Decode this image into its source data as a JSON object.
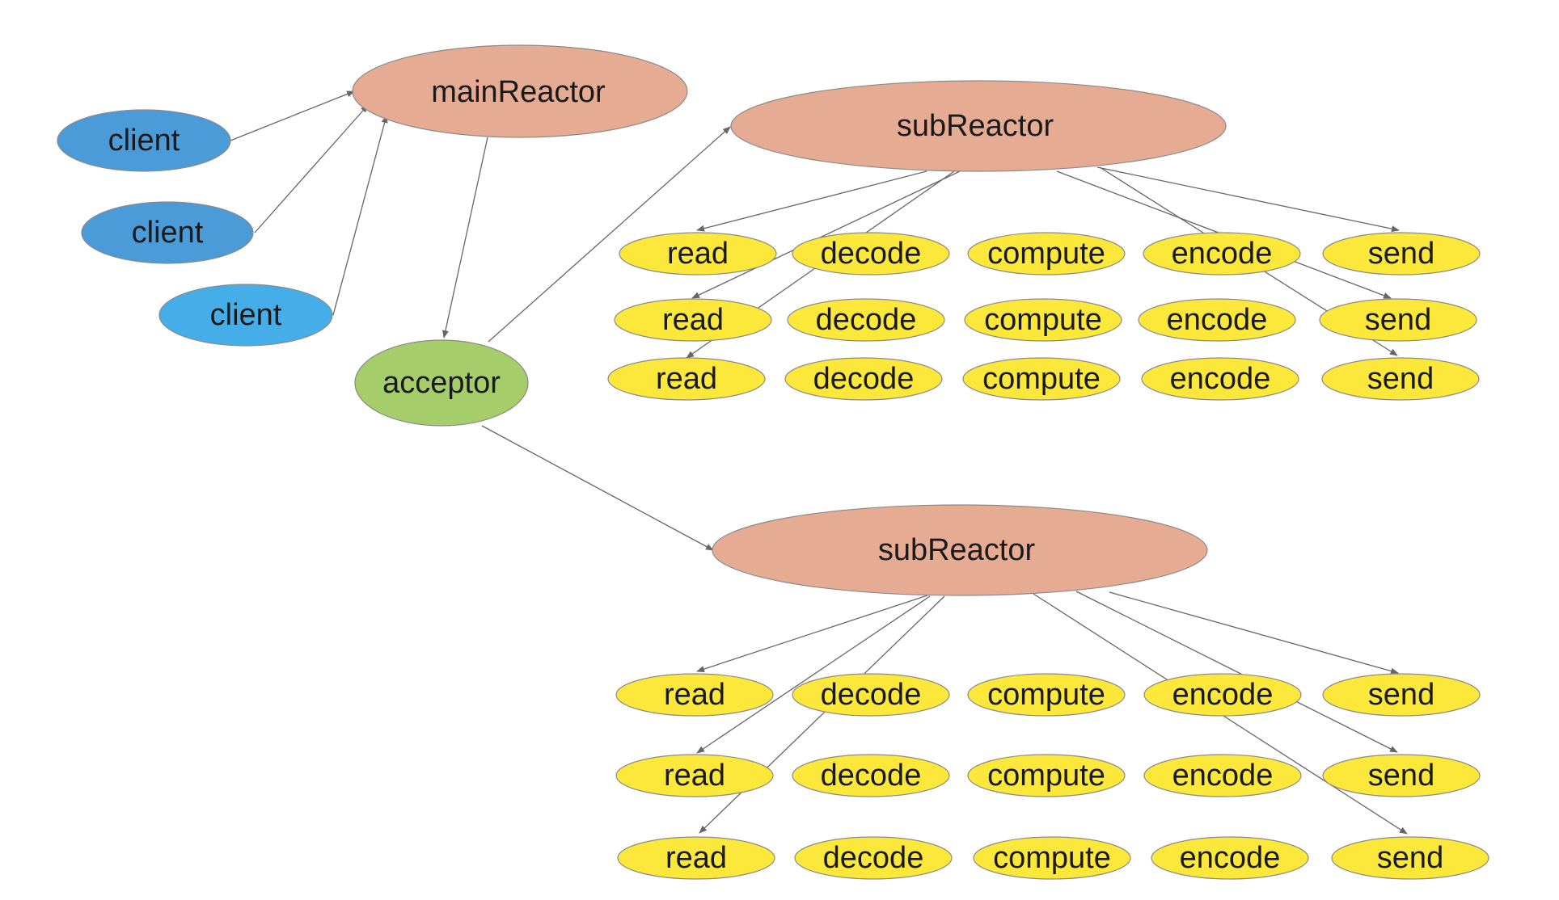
{
  "diagram": {
    "colors": {
      "client_a": "#4a9bd8",
      "client_b": "#45aee8",
      "reactor": "#e6ab93",
      "acceptor": "#a5cd6a",
      "task": "#fbe83a",
      "edge": "#666666"
    },
    "nodes": {
      "client_1": "client",
      "client_2": "client",
      "client_3": "client",
      "main_reactor": "mainReactor",
      "acceptor": "acceptor",
      "sub_reactor_1": "subReactor",
      "sub_reactor_2": "subReactor"
    },
    "task_labels": [
      "read",
      "decode",
      "compute",
      "encode",
      "send"
    ],
    "edges": [
      {
        "from": "client_1",
        "to": "main_reactor"
      },
      {
        "from": "client_2",
        "to": "main_reactor"
      },
      {
        "from": "client_3",
        "to": "main_reactor"
      },
      {
        "from": "main_reactor",
        "to": "acceptor"
      },
      {
        "from": "acceptor",
        "to": "sub_reactor_1"
      },
      {
        "from": "acceptor",
        "to": "sub_reactor_2"
      },
      {
        "from": "sub_reactor_1",
        "to": "read (row 1)"
      },
      {
        "from": "sub_reactor_1",
        "to": "read (row 2)"
      },
      {
        "from": "sub_reactor_1",
        "to": "read (row 3)"
      },
      {
        "from": "sub_reactor_1",
        "to": "send (row 1)"
      },
      {
        "from": "sub_reactor_1",
        "to": "send (row 2)"
      },
      {
        "from": "sub_reactor_1",
        "to": "send (row 3)"
      },
      {
        "from": "sub_reactor_2",
        "to": "read (row 1)"
      },
      {
        "from": "sub_reactor_2",
        "to": "read (row 2)"
      },
      {
        "from": "sub_reactor_2",
        "to": "read (row 3)"
      },
      {
        "from": "sub_reactor_2",
        "to": "send (row 1)"
      },
      {
        "from": "sub_reactor_2",
        "to": "send (row 2)"
      },
      {
        "from": "sub_reactor_2",
        "to": "send (row 3)"
      }
    ]
  }
}
